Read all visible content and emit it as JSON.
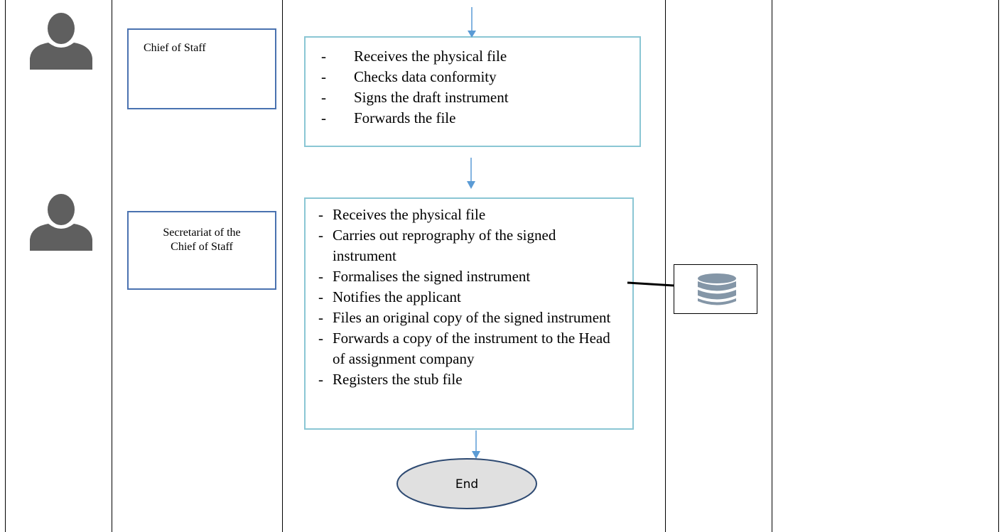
{
  "roles": [
    {
      "id": "chief-of-staff",
      "label": "Chief of Staff"
    },
    {
      "id": "secretariat",
      "label_lines": [
        "Secretariat of the",
        "Chief of Staff"
      ]
    }
  ],
  "steps": {
    "chief": [
      "Receives the physical file",
      "Checks data conformity",
      "Signs the draft instrument",
      "Forwards the file"
    ],
    "secretariat": [
      "Receives the physical file",
      "Carries out reprography of the signed instrument",
      "Formalises  the signed instrument",
      "Notifies the applicant",
      "Files an original copy of the signed instrument",
      "Forwards a copy of the instrument to the Head of assignment company",
      "Registers the stub file"
    ]
  },
  "bullet": "-",
  "terminal": {
    "label": "End"
  },
  "icons": {
    "actor": "person-icon",
    "storage": "database-icon"
  },
  "colors": {
    "role_border": "#4a72b0",
    "step_border": "#8ac6d4",
    "arrow": "#5b9bd5",
    "icon": "#5f5f5f",
    "database": "#8496a7",
    "end_fill": "#e0e0e0",
    "end_border": "#2e4a72"
  }
}
